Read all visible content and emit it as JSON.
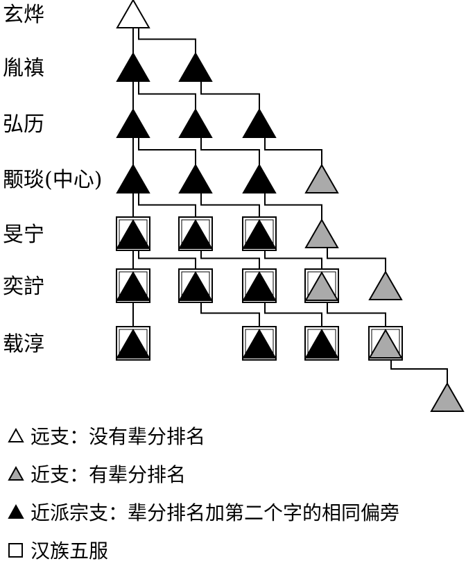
{
  "generations": [
    "玄烨",
    "胤禛",
    "弘历",
    "颙琰(中心)",
    "旻宁",
    "奕詝",
    "载淳"
  ],
  "colors": {
    "far": "#ffffff",
    "near": "#aaaaaa",
    "close": "#000000",
    "stroke": "#000000"
  },
  "nodes": [
    {
      "id": "a1",
      "gen": 0,
      "col": 0,
      "fill": "far",
      "box": false
    },
    {
      "id": "b1",
      "gen": 1,
      "col": 0,
      "fill": "close",
      "box": false
    },
    {
      "id": "b2",
      "gen": 1,
      "col": 1,
      "fill": "close",
      "box": false
    },
    {
      "id": "c1",
      "gen": 2,
      "col": 0,
      "fill": "close",
      "box": false
    },
    {
      "id": "c2",
      "gen": 2,
      "col": 1,
      "fill": "close",
      "box": false
    },
    {
      "id": "c3",
      "gen": 2,
      "col": 2,
      "fill": "close",
      "box": false
    },
    {
      "id": "d1",
      "gen": 3,
      "col": 0,
      "fill": "close",
      "box": false
    },
    {
      "id": "d2",
      "gen": 3,
      "col": 1,
      "fill": "close",
      "box": false
    },
    {
      "id": "d3",
      "gen": 3,
      "col": 2,
      "fill": "close",
      "box": false
    },
    {
      "id": "d4",
      "gen": 3,
      "col": 3,
      "fill": "near",
      "box": false
    },
    {
      "id": "e1",
      "gen": 4,
      "col": 0,
      "fill": "close",
      "box": true
    },
    {
      "id": "e2",
      "gen": 4,
      "col": 1,
      "fill": "close",
      "box": true
    },
    {
      "id": "e3",
      "gen": 4,
      "col": 2,
      "fill": "close",
      "box": true
    },
    {
      "id": "e4",
      "gen": 4,
      "col": 3,
      "fill": "near",
      "box": false
    },
    {
      "id": "f1",
      "gen": 5,
      "col": 0,
      "fill": "close",
      "box": true
    },
    {
      "id": "f2",
      "gen": 5,
      "col": 1,
      "fill": "close",
      "box": true
    },
    {
      "id": "f3",
      "gen": 5,
      "col": 2,
      "fill": "close",
      "box": true
    },
    {
      "id": "f4",
      "gen": 5,
      "col": 3,
      "fill": "near",
      "box": true
    },
    {
      "id": "f5",
      "gen": 5,
      "col": 4,
      "fill": "near",
      "box": false
    },
    {
      "id": "g1",
      "gen": 6,
      "col": 0,
      "fill": "close",
      "box": true
    },
    {
      "id": "g3",
      "gen": 6,
      "col": 2,
      "fill": "close",
      "box": true
    },
    {
      "id": "g4",
      "gen": 6,
      "col": 3,
      "fill": "close",
      "box": true
    },
    {
      "id": "g5",
      "gen": 6,
      "col": 4,
      "fill": "near",
      "box": true
    },
    {
      "id": "h1",
      "gen": 7,
      "col": 5,
      "fill": "near",
      "box": false
    }
  ],
  "edges": [
    [
      "a1",
      "b1"
    ],
    [
      "a1",
      "b2"
    ],
    [
      "b1",
      "c1"
    ],
    [
      "b1",
      "c2"
    ],
    [
      "b2",
      "c3"
    ],
    [
      "c1",
      "d1"
    ],
    [
      "c1",
      "d2"
    ],
    [
      "c2",
      "d3"
    ],
    [
      "c3",
      "d4"
    ],
    [
      "d1",
      "e1"
    ],
    [
      "d1",
      "e2"
    ],
    [
      "d2",
      "e3"
    ],
    [
      "d3",
      "e4"
    ],
    [
      "e1",
      "f1"
    ],
    [
      "e1",
      "f2"
    ],
    [
      "e2",
      "f3"
    ],
    [
      "e3",
      "f4"
    ],
    [
      "e4",
      "f5"
    ],
    [
      "f1",
      "g1"
    ],
    [
      "f2",
      "g3"
    ],
    [
      "f3",
      "g4"
    ],
    [
      "f4",
      "g5"
    ],
    [
      "g5",
      "h1"
    ]
  ],
  "legend": [
    {
      "fill": "far",
      "box": false,
      "text": "远支：没有辈分排名"
    },
    {
      "fill": "near",
      "box": false,
      "text": "近支：有辈分排名"
    },
    {
      "fill": "close",
      "box": false,
      "text": "近派宗支：辈分排名加第二个字的相同偏旁"
    },
    {
      "fill": "none",
      "box": true,
      "text": "汉族五服"
    }
  ]
}
